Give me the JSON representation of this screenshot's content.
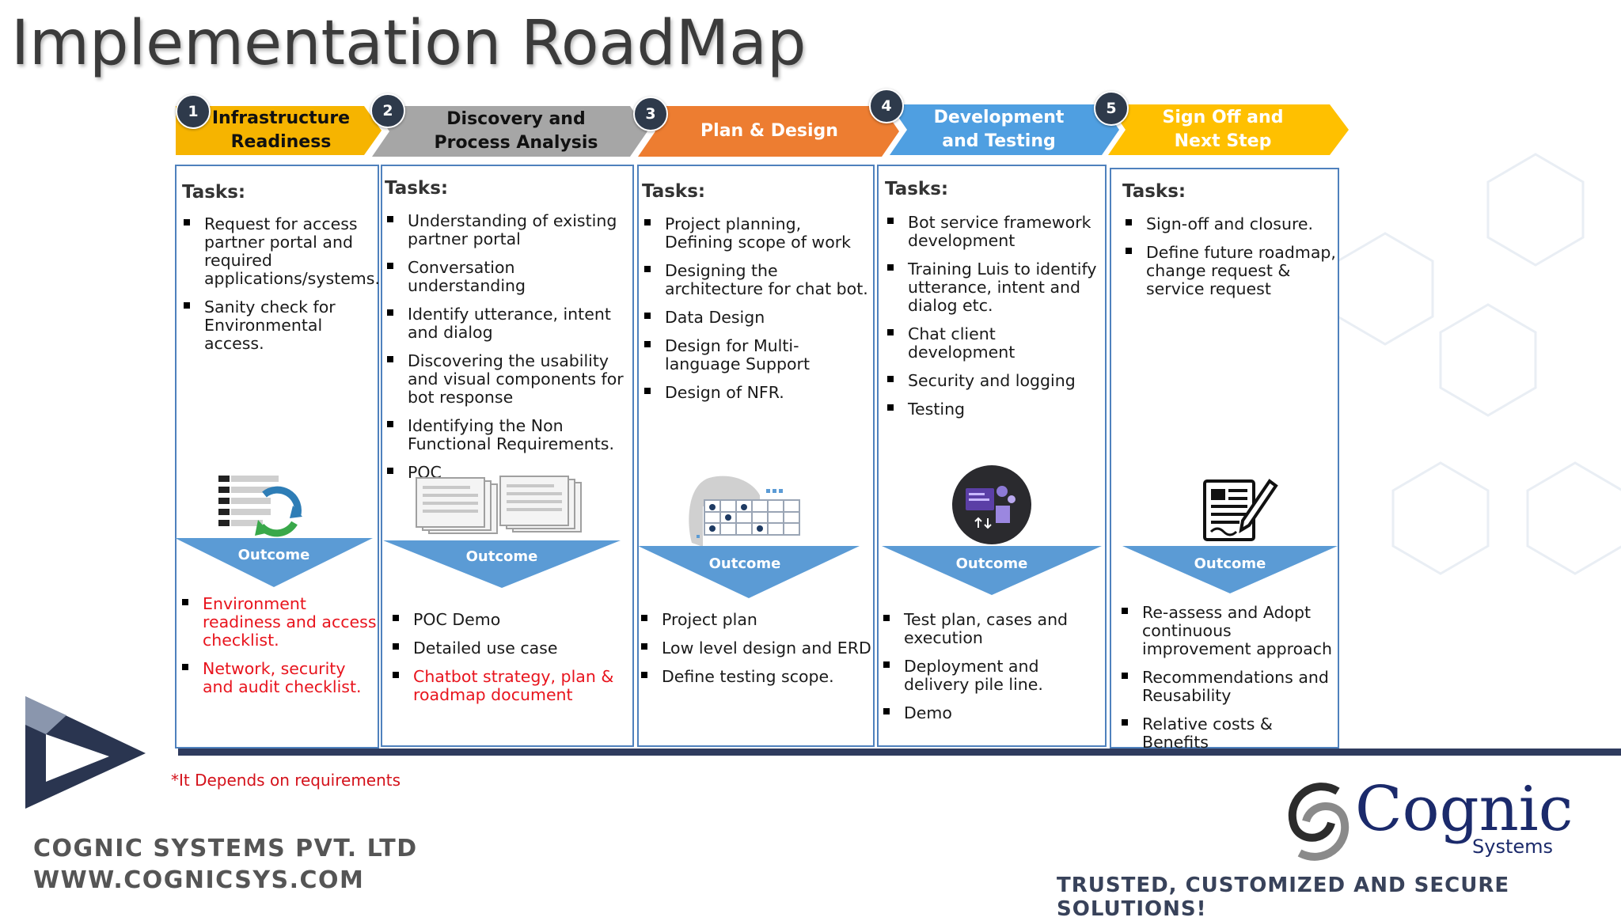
{
  "title": "Implementation RoadMap",
  "colors": {
    "phase1": "#f6b400",
    "phase2": "#a6a6a6",
    "phase3": "#ed7d31",
    "phase4": "#4f9fe1",
    "phase5": "#ffc000",
    "outcome": "#5b9bd5",
    "red_text": "#e8141d",
    "border": "#4f81bd"
  },
  "phases": [
    {
      "number": "1",
      "name": "Infrastructure Readiness",
      "tasks_heading": "Tasks:",
      "outcome_label": "Outcome",
      "tasks": [
        "Request for access partner portal and required applications/systems.",
        "Sanity check for Environmental access."
      ],
      "outcomes": [
        "Environment readiness and access checklist.",
        "Network, security and audit checklist."
      ],
      "outcome_highlight": [
        true,
        true
      ],
      "icon": "checklist-refresh-icon"
    },
    {
      "number": "2",
      "name": "Discovery and Process Analysis",
      "tasks_heading": "Tasks:",
      "outcome_label": "Outcome",
      "tasks": [
        "Understanding of existing partner portal",
        "Conversation understanding",
        "Identify utterance, intent and dialog",
        "Discovering the usability and visual components for bot response",
        "Identifying the Non Functional Requirements.",
        "POC"
      ],
      "outcomes": [
        "POC Demo",
        "Detailed use case",
        "Chatbot strategy, plan & roadmap document"
      ],
      "outcome_highlight": [
        false,
        false,
        true
      ],
      "icon": "documents-icon"
    },
    {
      "number": "3",
      "name": "Plan & Design",
      "tasks_heading": "Tasks:",
      "outcome_label": "Outcome",
      "tasks": [
        "Project planning, Defining scope of work",
        "Designing the architecture for chat bot.",
        "Data Design",
        "Design for Multi-language Support",
        "Design of NFR."
      ],
      "outcomes": [
        "Project plan",
        "Low level design and ERD",
        "Define testing scope."
      ],
      "outcome_highlight": [
        false,
        false,
        false
      ],
      "icon": "data-design-icon"
    },
    {
      "number": "4",
      "name": "Development and Testing",
      "tasks_heading": "Tasks:",
      "outcome_label": "Outcome",
      "tasks": [
        "Bot service framework development",
        "Training Luis to identify utterance, intent and dialog etc.",
        "Chat client development",
        "Security and logging",
        "Testing"
      ],
      "outcomes": [
        "Test plan, cases and execution",
        "Deployment and delivery pile line.",
        "Demo"
      ],
      "outcome_highlight": [
        false,
        false,
        false
      ],
      "icon": "development-icon"
    },
    {
      "number": "5",
      "name": "Sign Off and Next Step",
      "tasks_heading": "Tasks:",
      "outcome_label": "Outcome",
      "tasks": [
        "Sign-off and closure.",
        "Define future roadmap, change request & service request"
      ],
      "outcomes": [
        "Re-assess and Adopt continuous improvement approach",
        "Recommendations and Reusability",
        "Relative costs & Benefits"
      ],
      "outcome_highlight": [
        false,
        false,
        false
      ],
      "icon": "document-pen-icon"
    }
  ],
  "note": "*It Depends on requirements",
  "footer": {
    "company_name": "COGNIC SYSTEMS PVT. LTD",
    "website": "WWW.COGNICSYS.COM",
    "logo_word": "Cognic",
    "logo_sub": "Systems",
    "tagline": "TRUSTED, CUSTOMIZED AND SECURE SOLUTIONS!"
  }
}
